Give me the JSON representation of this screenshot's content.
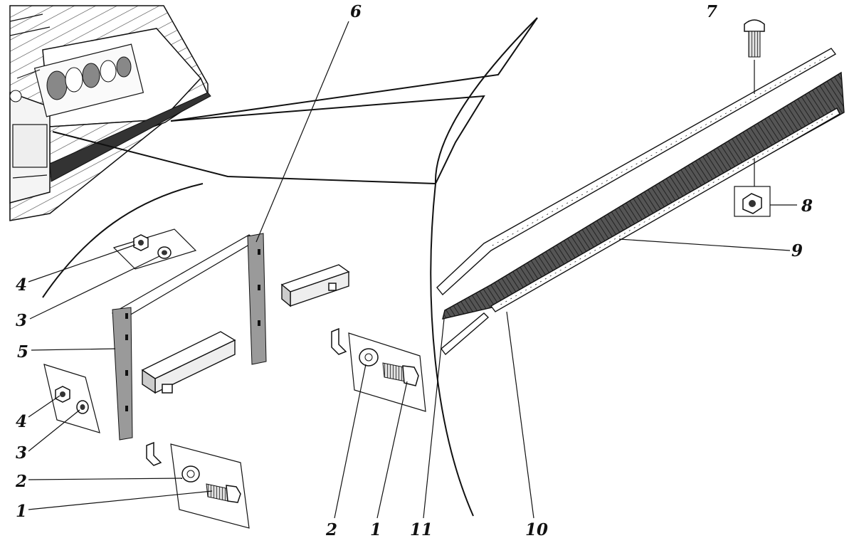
{
  "diagram": {
    "callouts": [
      "1",
      "2",
      "3",
      "4",
      "5",
      "6",
      "7",
      "8",
      "9",
      "10",
      "11"
    ]
  }
}
